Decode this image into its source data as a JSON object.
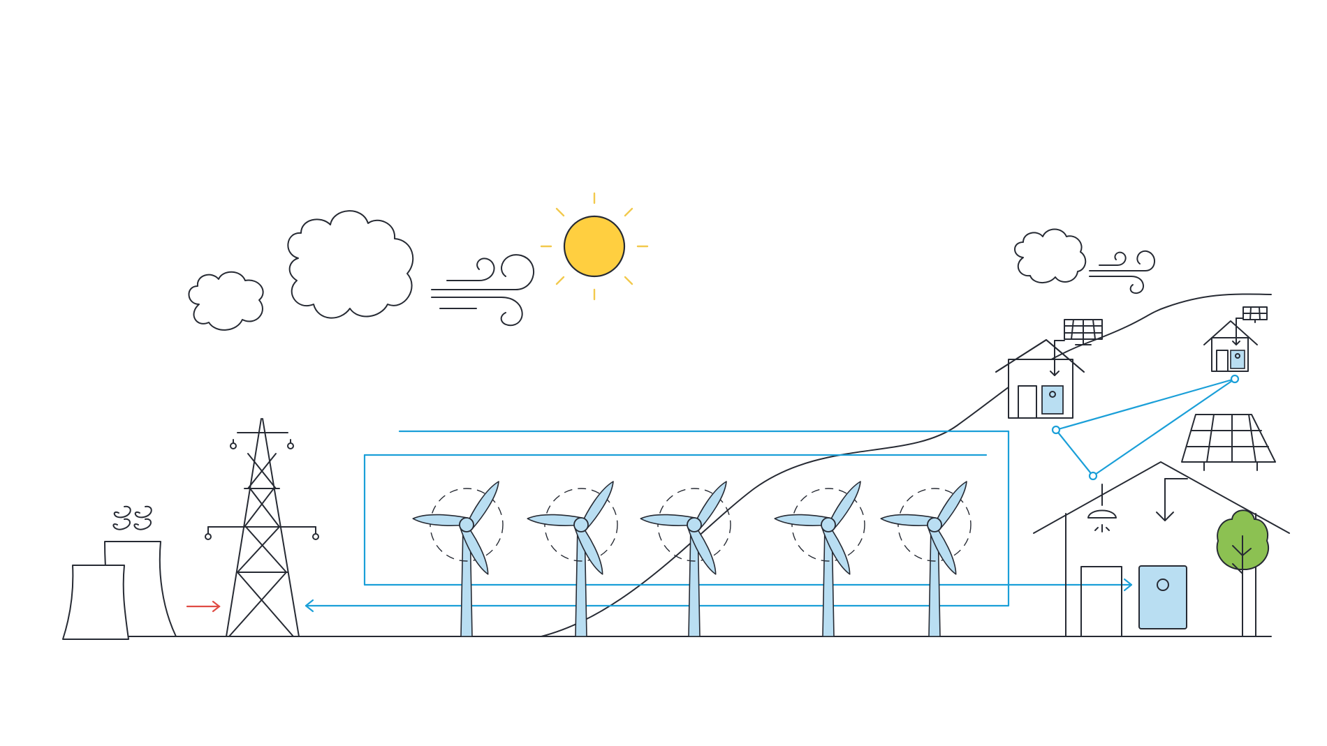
{
  "colors": {
    "outline": "#262a33",
    "flow_blue": "#1a9fd8",
    "arrow_red": "#e04b43",
    "sun_fill": "#ffcf40",
    "sun_rays": "#f2c94c",
    "panel_blue": "#b9def2",
    "tree_green": "#8cc152",
    "background": "#ffffff"
  },
  "diagram": {
    "elements": [
      "power-plant",
      "transmission-tower",
      "wind-turbine",
      "sun",
      "cloud",
      "wind-gust",
      "house-with-battery",
      "solar-panel",
      "tree",
      "ceiling-lamp",
      "energy-flow-line",
      "grid-arrow"
    ],
    "wind_turbine_count": 5,
    "house_count": 3
  },
  "battery": {
    "brand_text": ""
  }
}
